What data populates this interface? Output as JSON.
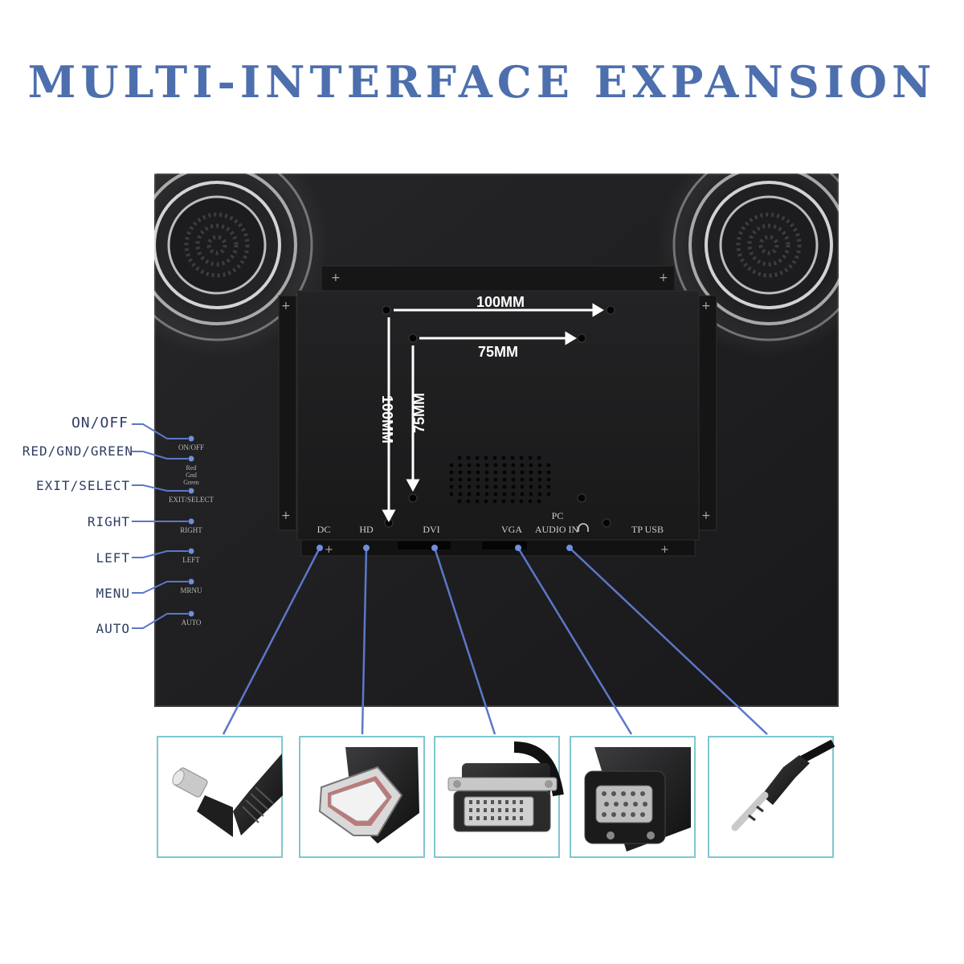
{
  "title": "MULTI-INTERFACE EXPANSION",
  "side_buttons": [
    {
      "callout": "ON/OFF",
      "panel_label": "ON/OFF"
    },
    {
      "callout": "RED/GND/GREEN",
      "panel_label": "Red Gnd Green"
    },
    {
      "callout": "EXIT/SELECT",
      "panel_label": "EXIT/SELECT"
    },
    {
      "callout": "RIGHT",
      "panel_label": "RIGHT"
    },
    {
      "callout": "LEFT",
      "panel_label": "LEFT"
    },
    {
      "callout": "MENU",
      "panel_label": "MRNU"
    },
    {
      "callout": "AUTO",
      "panel_label": "AUTO"
    }
  ],
  "vesa": {
    "outer_horizontal": "100MM",
    "inner_horizontal": "75MM",
    "outer_vertical": "100MM",
    "inner_vertical": "75MM"
  },
  "ports": {
    "dc": "DC",
    "hd": "HD",
    "dvi": "DVI",
    "vga": "VGA",
    "pc_audio_top": "PC",
    "pc_audio_bottom": "AUDIO IN",
    "tp_usb": "TP USB"
  },
  "connectors": [
    "dc-plug",
    "hdmi-plug",
    "dvi-plug",
    "vga-plug",
    "audio-jack-plug"
  ],
  "colors": {
    "title": "#4d6fae",
    "callout_line": "#5b78c8",
    "connector_border": "#7fc7cf",
    "monitor_body": "#1e1e20",
    "callout_text": "#2e3e63"
  }
}
